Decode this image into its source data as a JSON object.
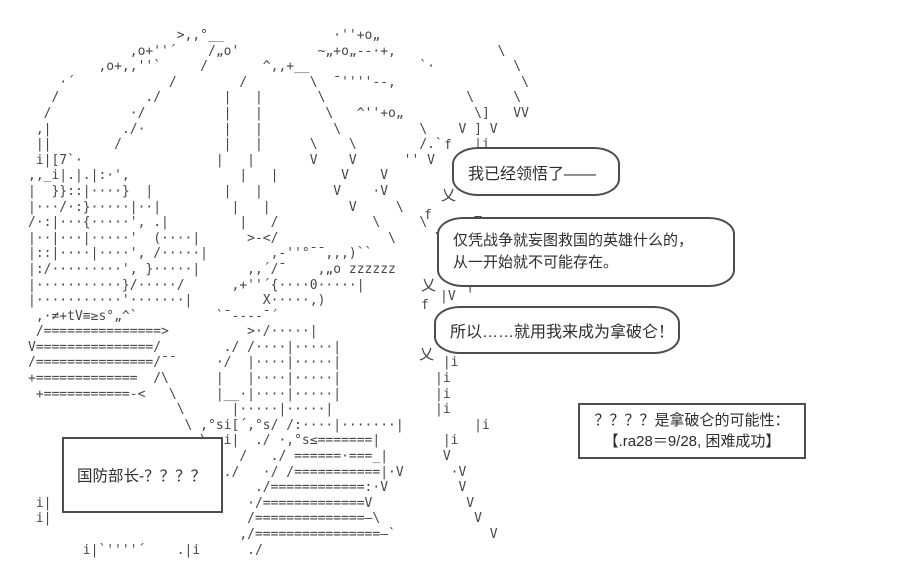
{
  "scene": {
    "background": "#ffffff",
    "ink_color": "#474747",
    "border_color": "#4d4d4d",
    "text_color": "#2e2e2e"
  },
  "ascii_art": {
    "description": "ascii-art-girl-character",
    "lines": [
      "                   >,,°__              ·''+o„",
      "             ‚o+''´    /„o'          ~„+o„--·+‚             \\",
      "         ‚o+‚‚''`     /       ^‚‚+__              `·          \\",
      "    ·´            /        /        \\  ¯''''--‚                \\",
      "   /           ./        |   |       \\                  \\     \\",
      "  /          ·/          |   |        \\   ^''+o„         \\]   VV",
      " ‚|         ./·          |   |         \\          \\    V ] V",
      " ||        /             |   |      \\    \\        /.`    |i",
      " i|[7`·                 |   |       V    V      '' V   .|i",
      "‚‚_i|.|.|:·',              |   |        V    V        .|/    |i",
      "|  }}::|····}  |         |   |         V    ·V",
      "|···/·:}·····|··|         |   |          V     \\",
      "/·:|···{·····', .|         |   /            \\     \\     >T",
      "|··|···|·····'  (····|      >-</              \\     \\",
      "|::|····|····', /·····|        ‚-''°¯¯‚‚‚)``         \\",
      "|:/·········', }·····|      ‚‚´/¯    ‚„o zzzzzz       ·|",
      "|···········}/·····/      ‚+''´{····0·····|             |",
      "|···········'·······|         X·····,)",
      " ‚·≠+tV≡≥s°„^`          `¯----¯´",
      " /===============>          >·/·····|",
      "V===============/        ./ /····|·····|",
      "/===============/¯¯     ·/  |····|·····|             |i",
      "+=============  /\\      |   |····|·····|            |i",
      " +===========-<   \\     |__·|····|·····|            |i",
      "                   \\      |·····|·····|             |i",
      "                    \\ ‚°si[´‚°s/ /:····|·······|         |i",
      "                      \\  i|  ./ ·‚°s≤=======|        |i",
      "                       i|  /   ./ ======·===_|       V",
      "                       i|./   ·/ /===========|·V      ·V",
      "                       /     ./============:·V         V",
      " i|                         ·/=============V            V",
      " i|                         /==============–\\            V",
      "                           ‚/================–`            V",
      "       i|`''''´    .|i      ./"
    ]
  },
  "bubbles": [
    {
      "tail_top": "f",
      "tail_bottom": "乂",
      "lines": [
        "我已经领悟了——"
      ]
    },
    {
      "tail_top": "f",
      "tail_bottom": "乂",
      "lines": [
        "仅凭战争就妄图救国的英雄什么的，",
        "从一开始就不可能存在。"
      ]
    },
    {
      "tail_top": "f",
      "tail_bottom": "乂",
      "lines": [
        "所以……就用我来成为拿破仑！"
      ]
    }
  ],
  "marks": {
    "between_bubbles": "|V"
  },
  "dice_box": {
    "lines": [
      "？？？？是拿破仑的可能性：",
      "【.ra28＝9/28, 困难成功】"
    ]
  },
  "role_box": {
    "text": "国防部长-？？？？"
  }
}
